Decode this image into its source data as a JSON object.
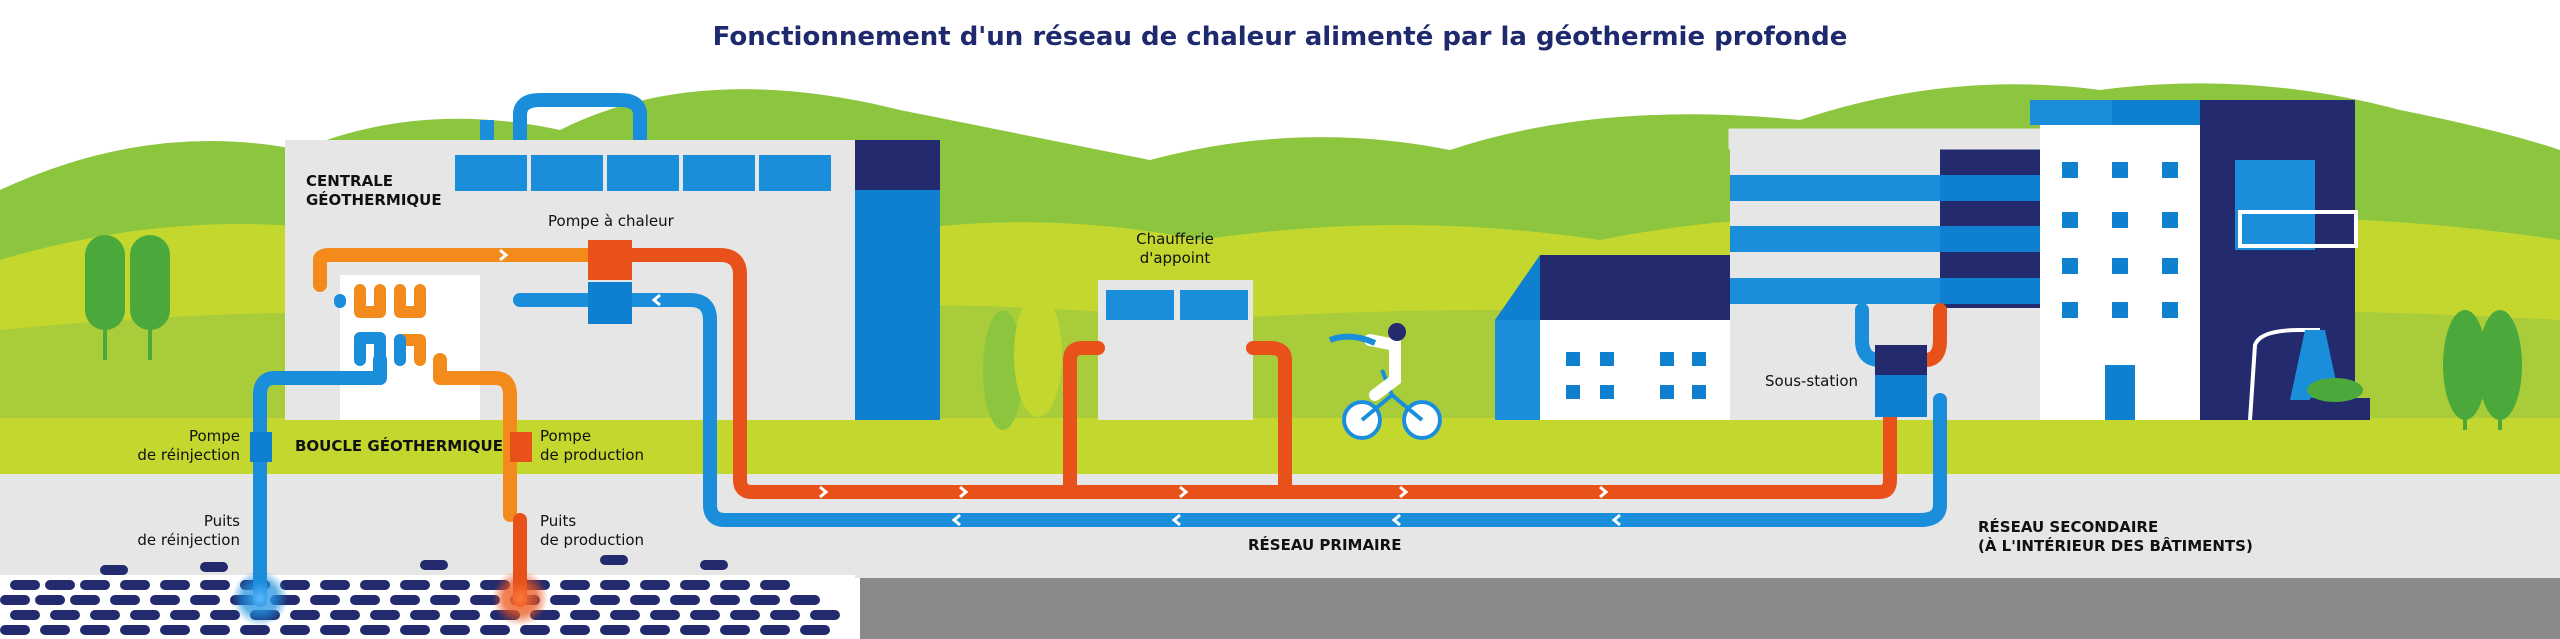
{
  "title": "Fonctionnement d'un réseau de chaleur alimenté par la géothermie profonde",
  "labels": {
    "centrale": "CENTRALE\nGÉOTHERMIQUE",
    "pompe_chaleur": "Pompe à chaleur",
    "chaufferie": "Chaufferie\nd'appoint",
    "sous_station": "Sous-station",
    "pompe_reinjection": "Pompe\nde réinjection",
    "boucle": "BOUCLE GÉOTHERMIQUE",
    "pompe_production": "Pompe\nde production",
    "puits_reinjection": "Puits\nde réinjection",
    "puits_production": "Puits\nde production",
    "reseau_primaire": "RÉSEAU PRIMAIRE",
    "reseau_secondaire": "RÉSEAU SECONDAIRE\n(À L'INTÉRIEUR DES BÂTIMENTS)"
  },
  "colors": {
    "hot": "#e8521a",
    "hot_light": "#f28a1c",
    "cold": "#1a8ddb",
    "navy": "#232a6e",
    "grass": "#c4d72f",
    "hill": "#8cc63f",
    "hill_dark": "#4aa93a",
    "road": "#e6e6e6",
    "ground": "#8a8a8a",
    "building": "#e6e6e6",
    "blue": "#0f7fcf"
  }
}
